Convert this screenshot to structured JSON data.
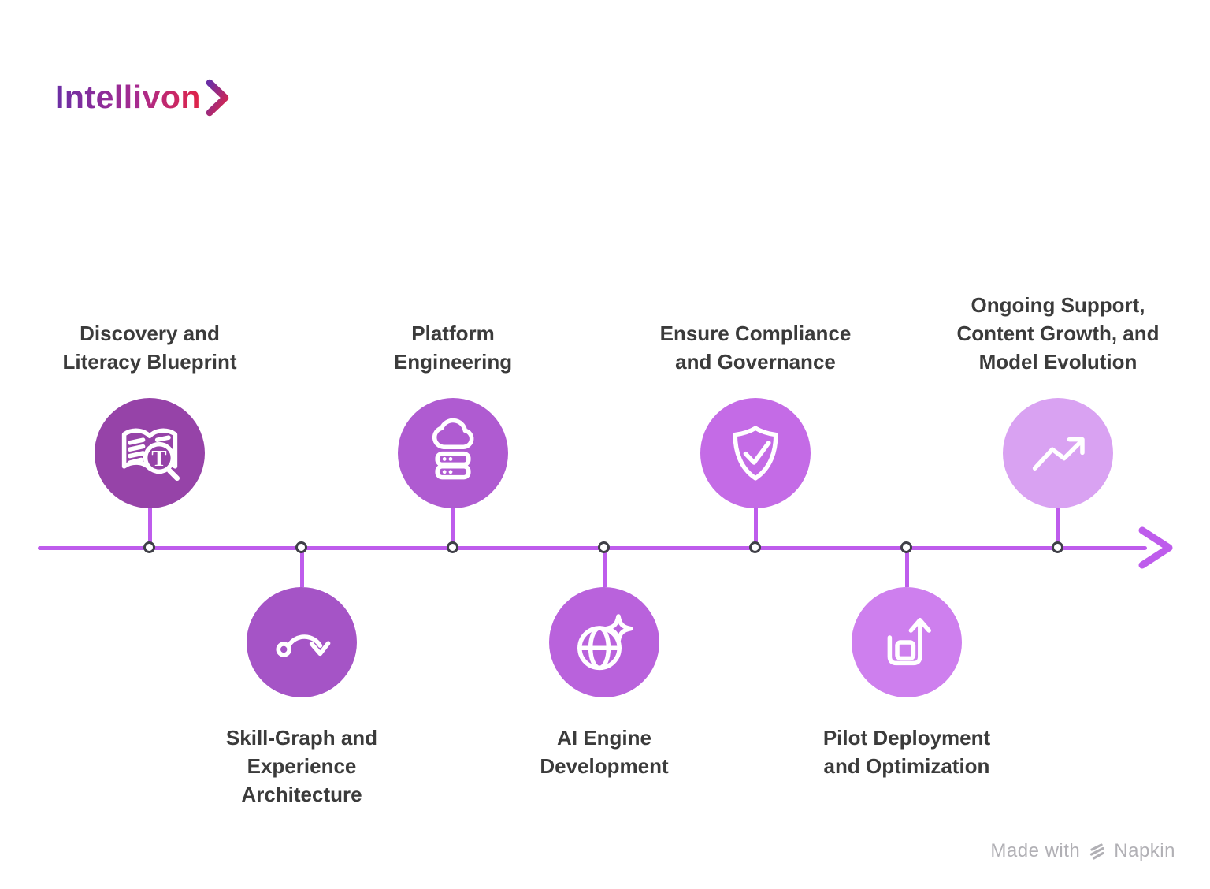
{
  "logo": {
    "text": "Intellivon"
  },
  "theme": {
    "line": "#be5cec",
    "dot_ring": "#3f3f47",
    "label": "#3b3b3b",
    "footer": "#b1b0b5",
    "logo_a": "#6b2fa5",
    "logo_b": "#a62b91",
    "logo_c": "#e02447"
  },
  "timeline": {
    "items": [
      {
        "label": "Discovery and\nLiteracy Blueprint",
        "icon": "book-magnifier-icon",
        "color": "#9643a8",
        "position": "above"
      },
      {
        "label": "Skill-Graph and\nExperience\nArchitecture",
        "icon": "arc-arrow-icon",
        "color": "#a554c6",
        "position": "below"
      },
      {
        "label": "Platform\nEngineering",
        "icon": "cloud-server-icon",
        "color": "#af5bd1",
        "position": "above"
      },
      {
        "label": "AI Engine\nDevelopment",
        "icon": "globe-sparkle-icon",
        "color": "#b962dc",
        "position": "below"
      },
      {
        "label": "Ensure Compliance\nand Governance",
        "icon": "shield-check-icon",
        "color": "#c46be6",
        "position": "above"
      },
      {
        "label": "Pilot Deployment\nand Optimization",
        "icon": "box-arrow-up-icon",
        "color": "#ce7fee",
        "position": "below"
      },
      {
        "label": "Ongoing Support,\nContent Growth, and\nModel Evolution",
        "icon": "trend-up-icon",
        "color": "#d9a2f2",
        "position": "above"
      }
    ]
  },
  "footer": {
    "made_with": "Made with",
    "brand": "Napkin"
  }
}
